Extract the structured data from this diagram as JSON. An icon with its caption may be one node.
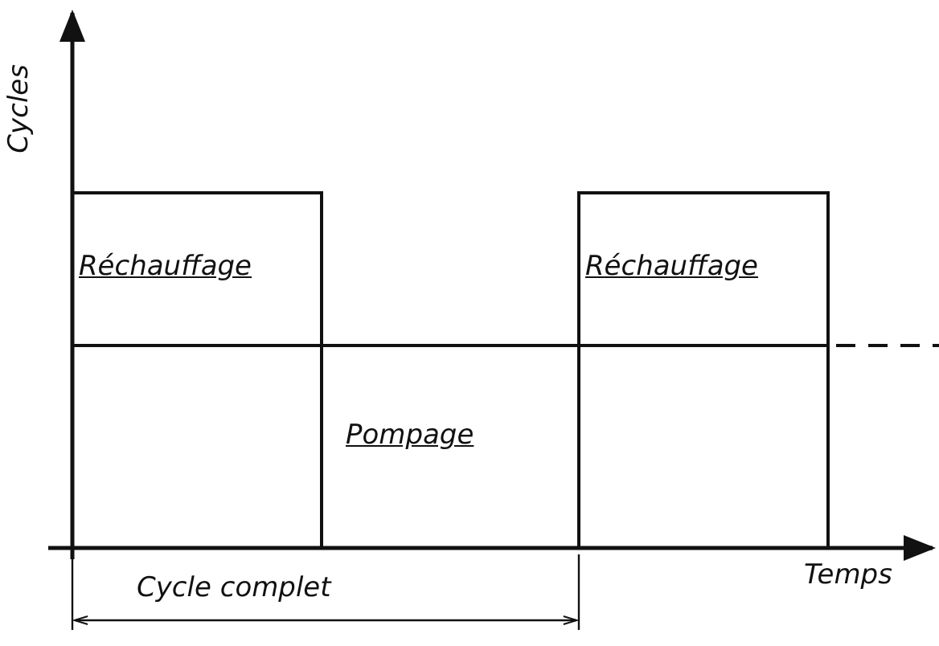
{
  "diagram": {
    "labels": [
      "Cycles",
      "Réchauffage",
      "Réchauffage",
      "Pompage",
      "Temps",
      "Cycle complet"
    ]
  }
}
